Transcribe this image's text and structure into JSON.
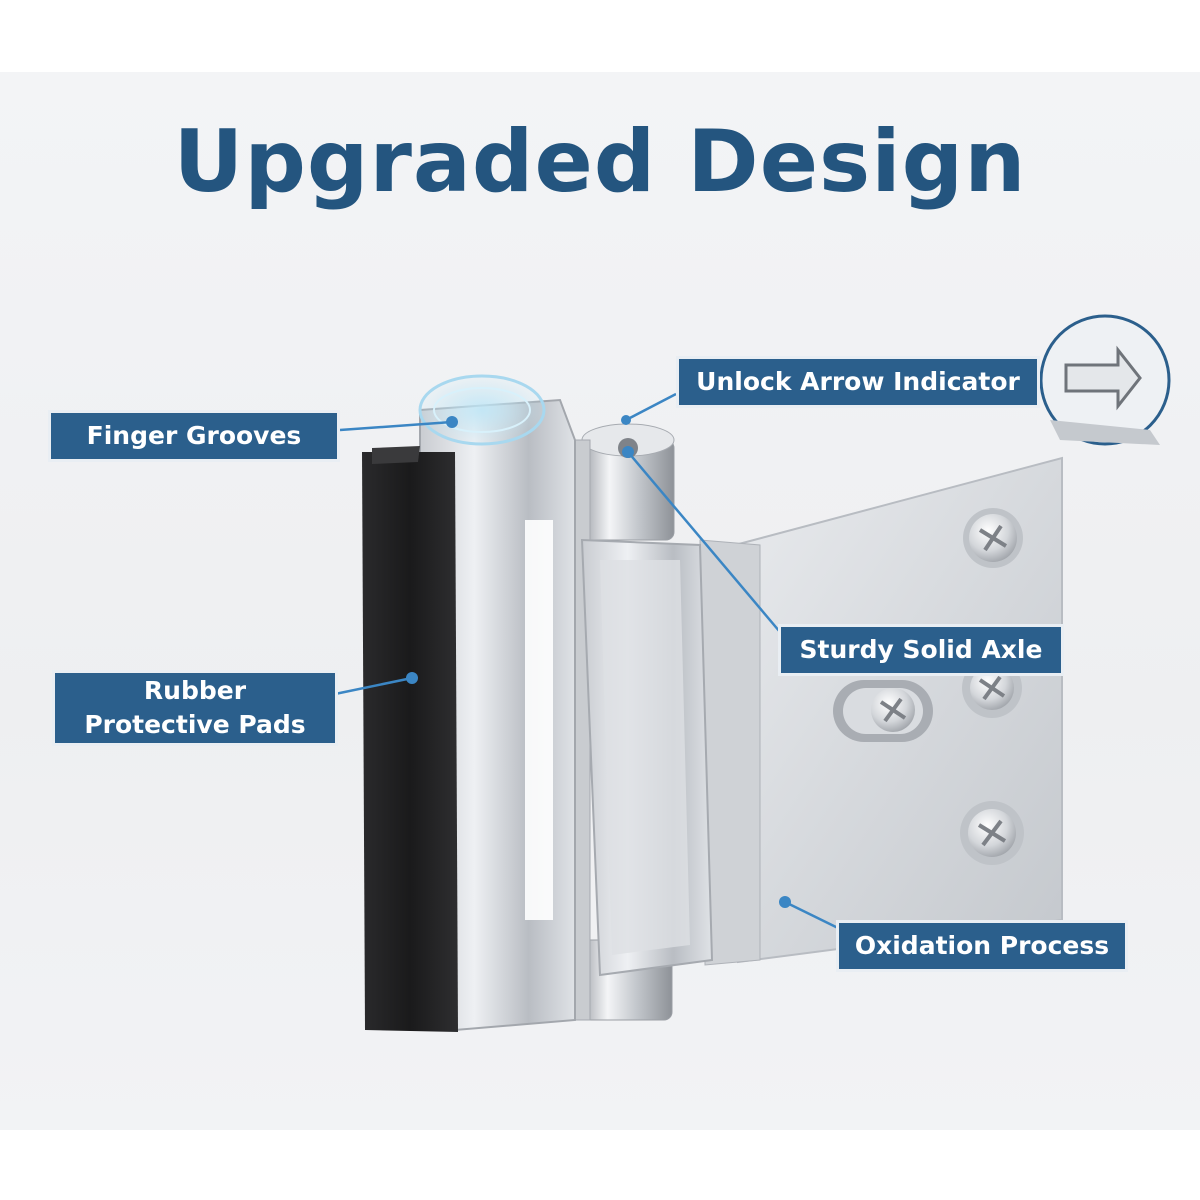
{
  "title": "Upgraded Design",
  "labels": {
    "finger_grooves": "Finger Grooves",
    "unlock_arrow": "Unlock Arrow Indicator",
    "sturdy_axle": "Sturdy Solid Axle",
    "rubber_line1": "Rubber",
    "rubber_line2": "Protective Pads",
    "oxidation": "Oxidation Process"
  },
  "colors": {
    "accent": "#2b5f8c",
    "title": "#24557f",
    "callout_dot": "#3b86c4"
  }
}
